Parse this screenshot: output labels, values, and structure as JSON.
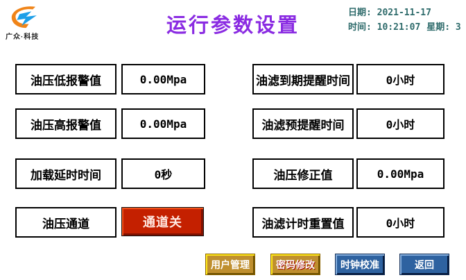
{
  "brand": {
    "name": "广众·科技"
  },
  "header": {
    "title": "运行参数设置",
    "date_line": "日期: 2021-11-17",
    "time_line": "时间: 10:21:07",
    "week_line": "星期: 3"
  },
  "params": {
    "left": [
      {
        "label": "油压低报警值",
        "value": "0.00Mpa"
      },
      {
        "label": "油压高报警值",
        "value": "0.00Mpa"
      },
      {
        "label": "加载延时时间",
        "value": "0秒"
      },
      {
        "label": "油压通道",
        "value": "通道关"
      }
    ],
    "right": [
      {
        "label": "油滤到期提醒时间",
        "value": "0小时"
      },
      {
        "label": "油滤预提醒时间",
        "value": "0小时"
      },
      {
        "label": "油压修正值",
        "value": "0.00Mpa"
      },
      {
        "label": "油滤计时重置值",
        "value": "0小时"
      }
    ]
  },
  "footer": {
    "buttons": [
      {
        "label": "用户管理",
        "style": "gold"
      },
      {
        "label": "密码修改",
        "style": "gold-red"
      },
      {
        "label": "时钟校准",
        "style": "blue"
      },
      {
        "label": "返回",
        "style": "blue"
      }
    ]
  },
  "colors": {
    "title": "#8A2BE2",
    "datetime": "#2E6B6B",
    "channel_off_bg": "#C42000",
    "gold_button": "#BF8F2E",
    "blue_button": "#2E62A0",
    "logo_orange": "#F08418",
    "logo_blue": "#1E9FE8",
    "box_border": "#000000"
  }
}
